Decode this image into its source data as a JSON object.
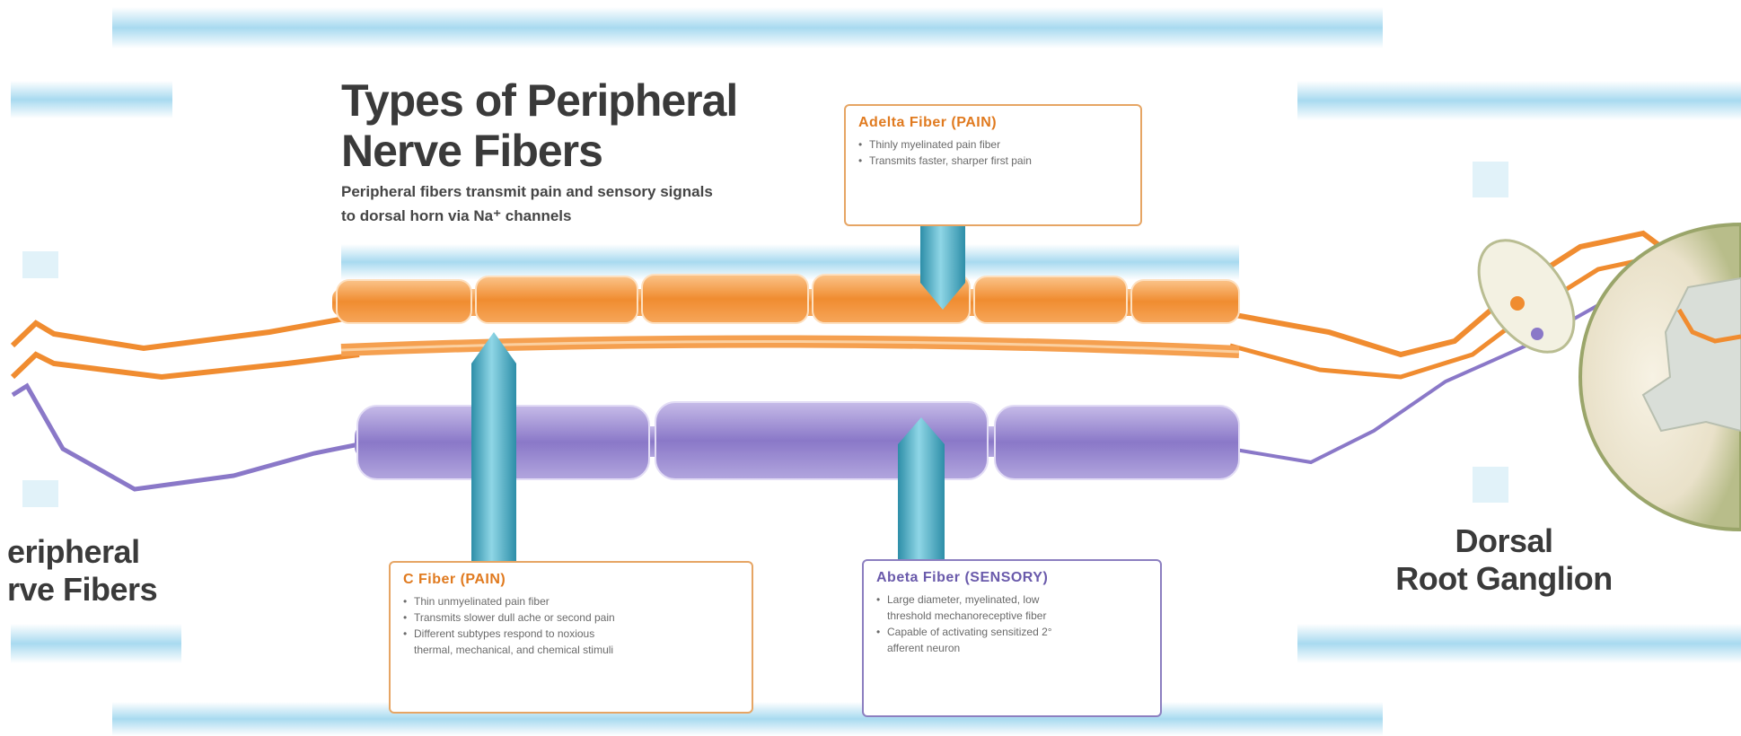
{
  "title": {
    "line1": "Types of Peripheral",
    "line2": "Nerve Fibers"
  },
  "subtitle": {
    "line1": "Peripheral fibers transmit pain and sensory signals",
    "line2": "to dorsal horn via Na⁺ channels"
  },
  "left_label": {
    "line1": "eripheral",
    "line2": "rve Fibers"
  },
  "right_label": {
    "line1": "Dorsal",
    "line2": "Root Ganglion"
  },
  "boxes": {
    "a_delta": {
      "title": "Adelta Fiber (PAIN)",
      "items": [
        "Thinly myelinated pain fiber",
        "Transmits faster, sharper first pain"
      ]
    },
    "c_fiber": {
      "title": "C Fiber (PAIN)",
      "items": [
        "Thin unmyelinated pain fiber",
        "Transmits slower dull ache or second pain",
        "Different subtypes respond to noxious",
        "thermal, mechanical, and chemical stimuli"
      ]
    },
    "a_beta": {
      "title": "Abeta Fiber (SENSORY)",
      "items": [
        "Large diameter, myelinated, low",
        "threshold mechanoreceptive fiber",
        "Capable of activating sensitized 2°",
        "afferent neuron"
      ]
    }
  },
  "colors": {
    "pain_fiber": "#f08c30",
    "sensory_fiber": "#8a78c8",
    "channel": "#3ea6bf",
    "band": "#a8daf0"
  }
}
